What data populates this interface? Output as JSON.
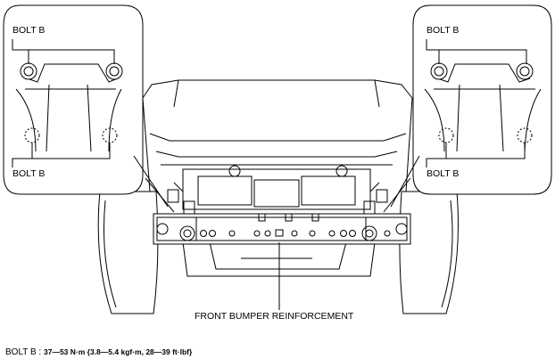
{
  "labels": {
    "bolt_left_top": "BOLT B",
    "bolt_left_bottom": "BOLT B",
    "bolt_right_top": "BOLT B",
    "bolt_right_bottom": "BOLT B",
    "component": "FRONT BUMPER REINFORCEMENT"
  },
  "torque_spec": {
    "name": "BOLT B",
    "separator": " : ",
    "value": "37—53 N·m {3.8—5.4 kgf·m, 28—39 ft·lbf}"
  }
}
